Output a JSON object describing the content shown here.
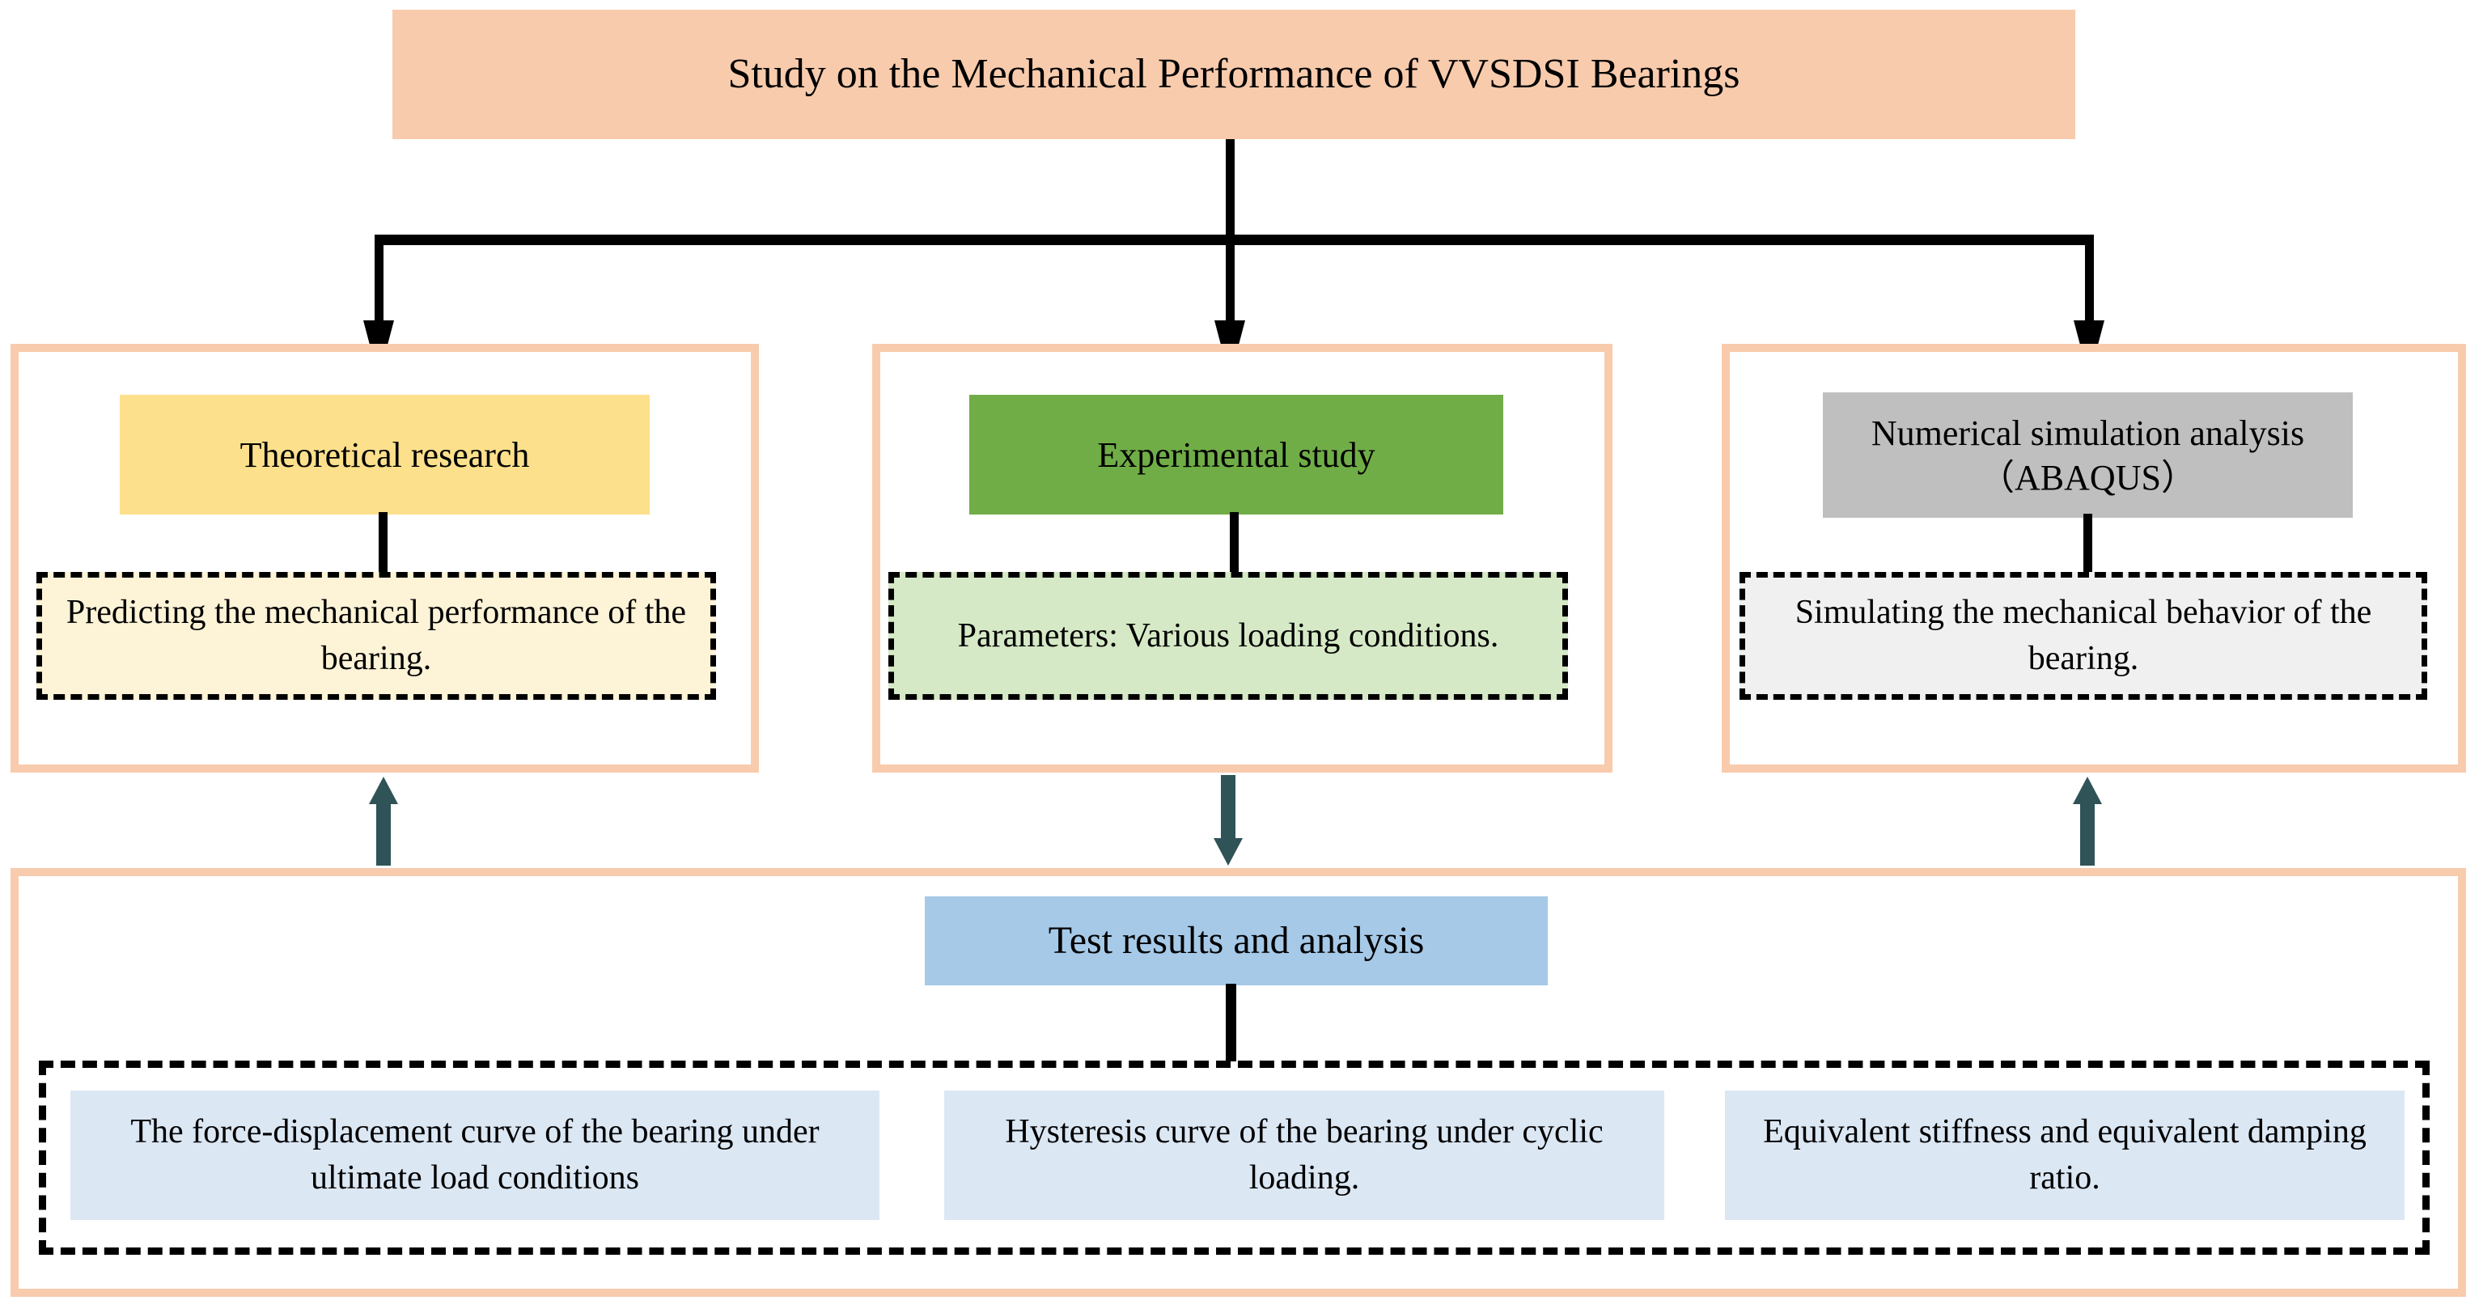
{
  "title": {
    "text": "Study on the Mechanical Performance of VVSDSI Bearings",
    "bg_color": "#F8CBAD"
  },
  "columns": [
    {
      "header": "Theoretical research",
      "header_color": "#FCE08C",
      "detail": "Predicting the mechanical performance of the bearing.",
      "detail_color": "#FDF3D7"
    },
    {
      "header": "Experimental study",
      "header_color": "#70AD47",
      "detail": "Parameters: Various loading conditions.",
      "detail_color": "#D6E9C6"
    },
    {
      "header": "Numerical simulation analysis（ABAQUS）",
      "header_color": "#BFBFBF",
      "detail": "Simulating the mechanical behavior of the bearing.",
      "detail_color": "#F0F0F0"
    }
  ],
  "bottom": {
    "header": "Test results and analysis",
    "header_color": "#A6C9E8",
    "results": [
      "The force-displacement curve of the bearing under ultimate load conditions",
      "Hysteresis curve of the bearing under cyclic loading.",
      "Equivalent stiffness and equivalent damping ratio."
    ],
    "result_color": "#DCE7F4"
  },
  "connectors": {
    "branch_color": "#000000",
    "feedback_color": "#2F5357",
    "left_arrow_direction": "up",
    "middle_arrow_direction": "down",
    "right_arrow_direction": "up"
  },
  "frame_color": "#F8CBAD"
}
